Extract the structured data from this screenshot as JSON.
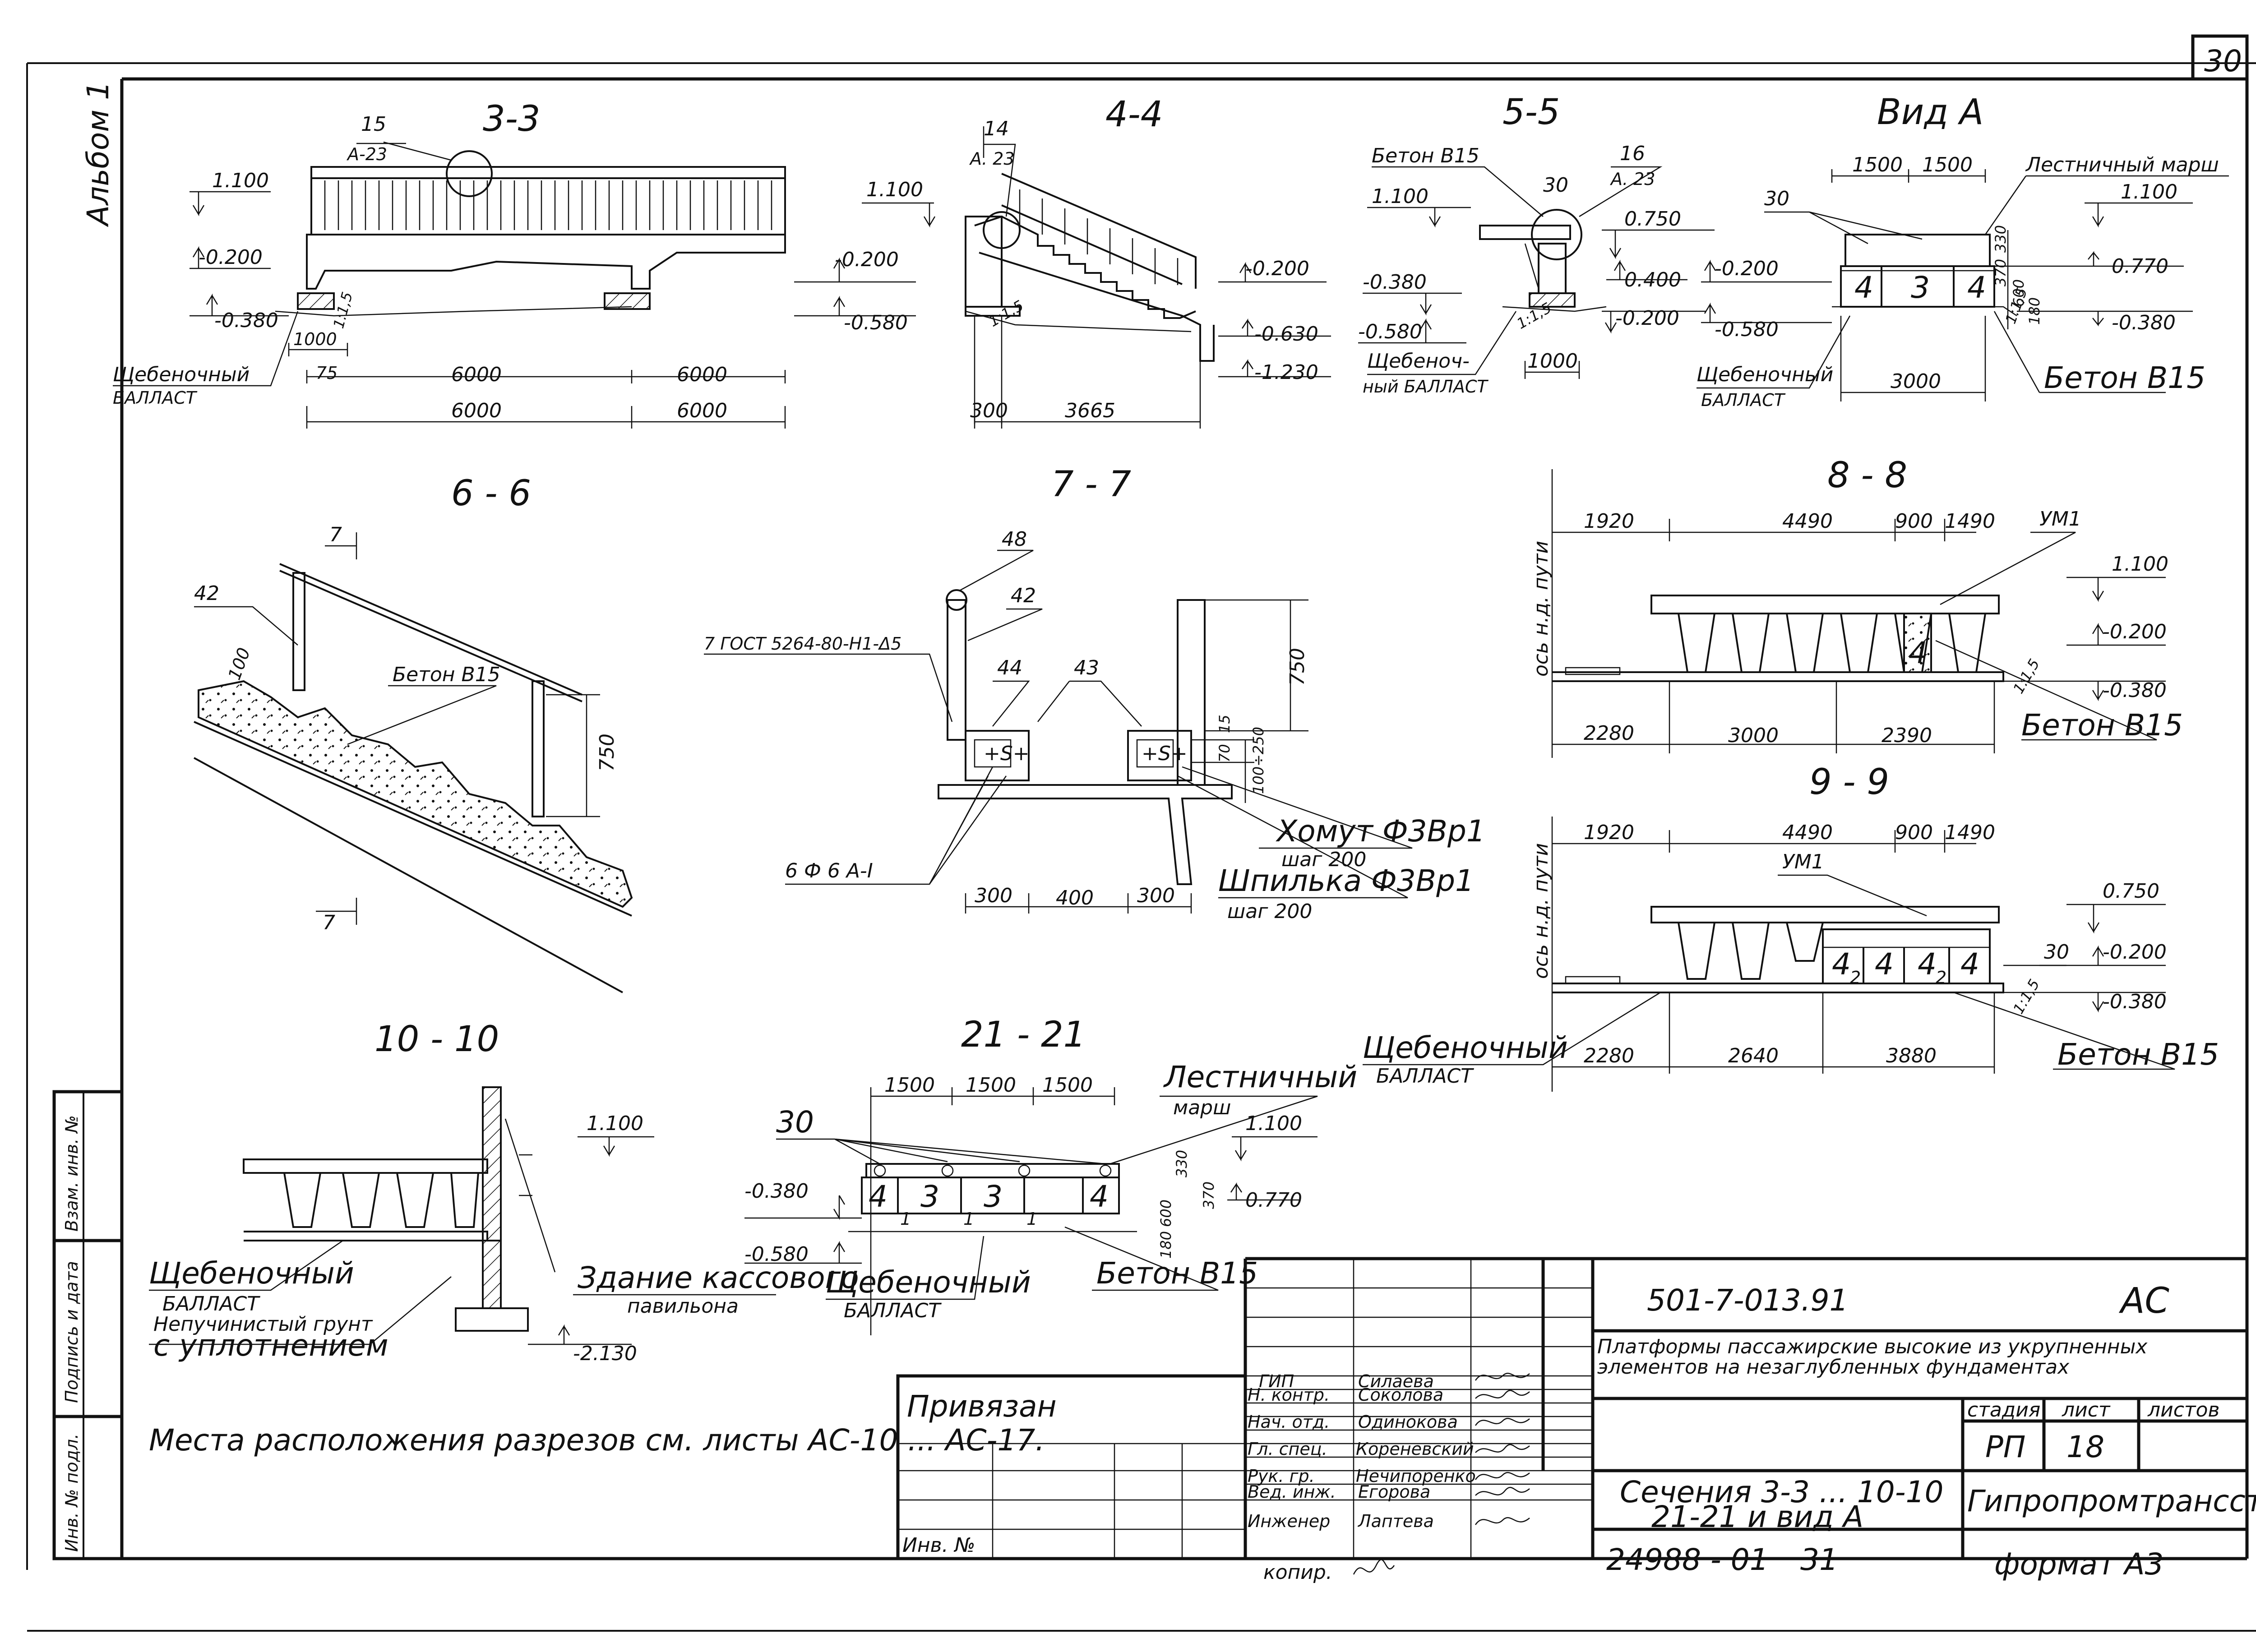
{
  "sheet_corner_number": "30",
  "album_label": "Альбом 1",
  "sections": {
    "s33": {
      "title": "3-3",
      "callout": {
        "num": "15",
        "sheet": "А-23"
      },
      "levels": [
        "1.100",
        "-0.200",
        "-0.380"
      ],
      "dims_top": [
        "1000",
        "75",
        "6000",
        "6000"
      ],
      "dims_bottom": [
        "6000",
        "6000"
      ],
      "slope": "1:1,5",
      "ballast_1": "Щебеночный",
      "ballast_2": "БАЛЛАСТ"
    },
    "s44": {
      "title": "4-4",
      "callout": {
        "num": "14",
        "sheet": "А. 23"
      },
      "levels_left": [
        "1.100",
        "-0.200",
        "-0.580"
      ],
      "levels_right": [
        "-0.200",
        "-0.630",
        "-1.230"
      ],
      "slope": "1:1,5",
      "dims": [
        "300",
        "3665"
      ]
    },
    "s55": {
      "title": "5-5",
      "concrete": "Бетон В15",
      "callout": {
        "num": "16",
        "sheet": "А. 23"
      },
      "num30": "30",
      "levels_left": [
        "1.100",
        "-0.380",
        "-0.580"
      ],
      "levels_right": [
        "0.750",
        "0.400",
        "-0.200"
      ],
      "slope": "1:1,5",
      "dim": "1000",
      "ballast_1": "Щебеноч-",
      "ballast_2": "ный БАЛЛАСТ"
    },
    "viewA": {
      "title": "Вид А",
      "dims_top": [
        "1500",
        "1500"
      ],
      "stair_label": "Лестничный марш",
      "num30": "30",
      "levels_left": [
        "-0.200",
        "-0.580"
      ],
      "levels_right": [
        "1.100",
        "0.770",
        "-0.380"
      ],
      "vert_dims": [
        "330",
        "370",
        "600",
        "180"
      ],
      "slope": "1:1,5",
      "blocks": [
        "4",
        "3",
        "4"
      ],
      "dim_bottom": "3000",
      "ballast_1": "Щебеночный",
      "ballast_2": "БАЛЛАСТ",
      "concrete": "Бетон В15"
    },
    "s66": {
      "title": "6 - 6",
      "cut": "7",
      "num42": "42",
      "dim100": "100",
      "concrete": "Бетон В15",
      "dim750": "750"
    },
    "s77": {
      "title": "7 - 7",
      "num48": "48",
      "num42": "42",
      "gost": "7 ГОСТ 5264-80-Н1-Δ5",
      "num44": "44",
      "num43": "43",
      "dim750": "750",
      "dims_right": [
        "70",
        "15",
        "100÷250"
      ],
      "rebar": "6 Ф 6 А-I",
      "clamp_1": "Хомут Ф3Вр1",
      "clamp_2": "шаг 200",
      "pin_1": "Шпилька Ф3Вр1",
      "pin_2": "шаг 200",
      "dims_bottom": [
        "300",
        "400",
        "300"
      ]
    },
    "s88": {
      "title": "8 - 8",
      "axis": "ось н.д. пути",
      "dims_top": [
        "1920",
        "4490",
        "900",
        "1490"
      ],
      "um": "УМ1",
      "levels": [
        "1.100",
        "-0.200",
        "-0.380"
      ],
      "slope": "1:1,5",
      "block": "4",
      "dims_bottom": [
        "2280",
        "3000",
        "2390"
      ],
      "concrete": "Бетон В15"
    },
    "s99": {
      "title": "9 - 9",
      "axis": "ось н.д. пути",
      "dims_top": [
        "1920",
        "4490",
        "900",
        "1490"
      ],
      "um": "УМ1",
      "levels": [
        "0.750",
        "-0.200",
        "-0.380"
      ],
      "num30": "30",
      "slope": "1:1,5",
      "blocks": [
        "4",
        "2",
        "4",
        "4",
        "2",
        "4"
      ],
      "dims_bottom": [
        "2280",
        "2640",
        "3880"
      ],
      "ballast_1": "Щебеночный",
      "ballast_2": "БАЛЛАСТ",
      "concrete": "Бетон В15"
    },
    "s1010": {
      "title": "10 - 10",
      "level_top": "1.100",
      "level_bottom": "-2.130",
      "ballast_1": "Щебеночный",
      "ballast_2": "БАЛЛАСТ",
      "soil_1": "Непучинистый грунт",
      "soil_2": "с уплотнением",
      "building_1": "Здание кассового",
      "building_2": "павильона"
    },
    "s2121": {
      "title": "21 - 21",
      "dims_top": [
        "1500",
        "1500",
        "1500"
      ],
      "stair_1": "Лестничный",
      "stair_2": "марш",
      "num30": "30",
      "levels_left": [
        "-0.380",
        "-0.580"
      ],
      "levels_right": [
        "1.100",
        "0.770"
      ],
      "vert_dims": [
        "330",
        "370",
        "600",
        "180"
      ],
      "blocks": [
        "4",
        "3",
        "3",
        "4"
      ],
      "subs": [
        "1",
        "1",
        "1"
      ],
      "ballast_1": "Щебеночный",
      "ballast_2": "БАЛЛАСТ",
      "concrete": "Бетон В15"
    }
  },
  "note": "Места расположения разрезов см. листы АС-10 ... АС-17.",
  "side_stamp": [
    "Взам. инв. №",
    "Подпись и дата",
    "Инв. № подл."
  ],
  "title_block": {
    "privyazan": "Привязан",
    "inv_no": "Инв. №",
    "code": "501-7-013.91",
    "mark": "АС",
    "description_1": "Платформы пассажирские высокие из укрупненных",
    "description_2": "элементов на незаглубленных фундаментах",
    "headers": [
      "стадия",
      "лист",
      "листов"
    ],
    "stage": "РП",
    "sheet": "18",
    "sheet_title_1": "Сечения 3-3 ... 10-10",
    "sheet_title_2": "21-21 и вид А",
    "org": "Гипропромтрансстрой",
    "roles": [
      "ГИП",
      "Н. контр.",
      "Нач. отд.",
      "Гл. спец.",
      "Рук. гр.",
      "Вед. инж.",
      "Инженер"
    ],
    "names": [
      "Силаева",
      "Соколова",
      "Одинокова",
      "Кореневский",
      "Нечипоренко",
      "Егорова",
      "Лаптева"
    ],
    "kopir": "копир.",
    "inv_number": "24988 - 01",
    "inv_sheet": "31",
    "format": "формат А3"
  }
}
